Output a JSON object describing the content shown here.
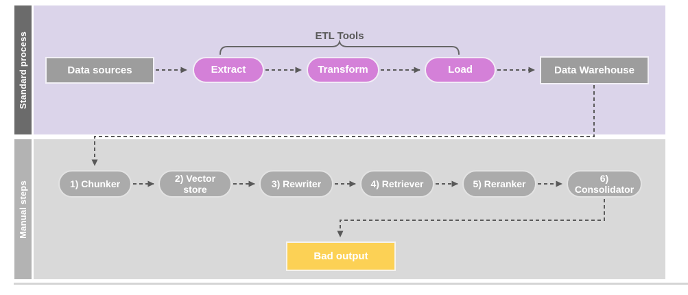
{
  "diagram": {
    "lanes": [
      {
        "id": "standard",
        "label": "Standard process"
      },
      {
        "id": "manual",
        "label": "Manual steps"
      }
    ],
    "group_label": "ETL Tools",
    "group_spans": [
      "Extract",
      "Transform",
      "Load"
    ],
    "nodes": {
      "data_sources": "Data sources",
      "extract": "Extract",
      "transform": "Transform",
      "load": "Load",
      "data_warehouse": "Data Warehouse",
      "chunker": "1) Chunker",
      "vector_store": "2) Vector store",
      "rewriter": "3) Rewriter",
      "retriever": "4) Retriever",
      "reranker": "5) Reranker",
      "consolidator": "6) Consolidator",
      "bad_output": "Bad output"
    },
    "edges": [
      {
        "from": "Data sources",
        "to": "Extract"
      },
      {
        "from": "Extract",
        "to": "Transform"
      },
      {
        "from": "Transform",
        "to": "Load"
      },
      {
        "from": "Load",
        "to": "Data Warehouse"
      },
      {
        "from": "Data Warehouse",
        "to": "1) Chunker"
      },
      {
        "from": "1) Chunker",
        "to": "2) Vector store"
      },
      {
        "from": "2) Vector store",
        "to": "3) Rewriter"
      },
      {
        "from": "3) Rewriter",
        "to": "4) Retriever"
      },
      {
        "from": "4) Retriever",
        "to": "5) Reranker"
      },
      {
        "from": "5) Reranker",
        "to": "6) Consolidator"
      },
      {
        "from": "6) Consolidator",
        "to": "Bad output"
      }
    ],
    "colors": {
      "lane_standard_header": "#6b6b6b",
      "lane_standard_body": "#dbd4ea",
      "lane_manual_header": "#b3b3b3",
      "lane_manual_body": "#d9d9d9",
      "gray_node": "#9d9d9d",
      "gray_pill": "#ababab",
      "magenta_pill": "#d480d8",
      "yellow_node": "#fcd155",
      "connector": "#595959",
      "node_text": "#ffffff",
      "group_label_text": "#595959"
    }
  }
}
